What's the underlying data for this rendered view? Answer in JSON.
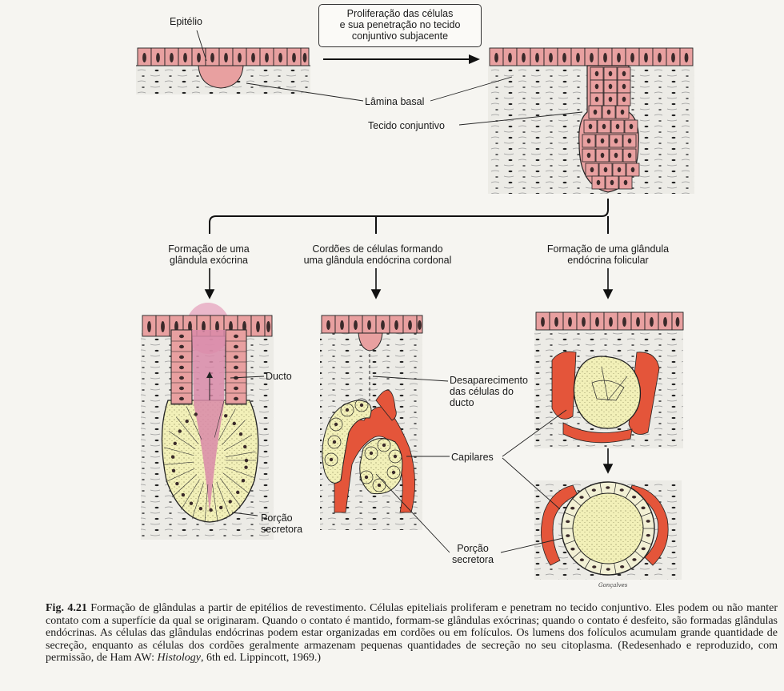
{
  "labels": {
    "epitelio": "Epitélio",
    "process_box": [
      "Proliferação das células",
      "e sua penetração no tecido",
      "conjuntivo subjacente"
    ],
    "lamina_basal": "Lâmina basal",
    "tecido_conjuntivo": "Tecido conjuntivo",
    "exocrine": [
      "Formação de uma",
      "glândula exócrina"
    ],
    "cordonal": [
      "Cordões de células formando",
      "uma glândula endócrina cordonal"
    ],
    "folicular": [
      "Formação de uma glândula",
      "endócrina folicular"
    ],
    "ducto": "Ducto",
    "desaparecimento": [
      "Desaparecimento",
      "das células do",
      "ducto"
    ],
    "capilares": "Capilares",
    "porcao_secretora_1": [
      "Porção",
      "secretora"
    ],
    "porcao_secretora_2": [
      "Porção",
      "secretora"
    ],
    "signature": "Gonçalves"
  },
  "caption": {
    "fig": "Fig. 4.21",
    "text": " Formação de glândulas a partir de epitélios de revestimento. Células epiteliais proliferam e penetram no tecido conjuntivo. Eles podem ou não manter contato com a superfície da qual se originaram. Quando o contato é mantido, formam-se glândulas exócrinas; quando o contato é desfeito, são formadas glândulas endócrinas. As células das glândulas endócrinas podem estar organizadas em cordões ou em folículos. Os lumens dos folículos acumulam grande quantidade de secreção, enquanto as células dos cordões geralmente armazenam pequenas quantidades de secreção no seu citoplasma. (Redesenhado e reproduzido, com permissão, de Ham AW: ",
    "book": "Histology",
    "tail": ", 6th ed. Lippincott, 1969.)"
  },
  "colors": {
    "epithelium": "#e8a0a0",
    "nucleus": "#3a2a2a",
    "secretory": "#efeeb0",
    "capillary": "#e4553a",
    "secretion": "#d98aa8",
    "connective": "#e9e7e1"
  }
}
